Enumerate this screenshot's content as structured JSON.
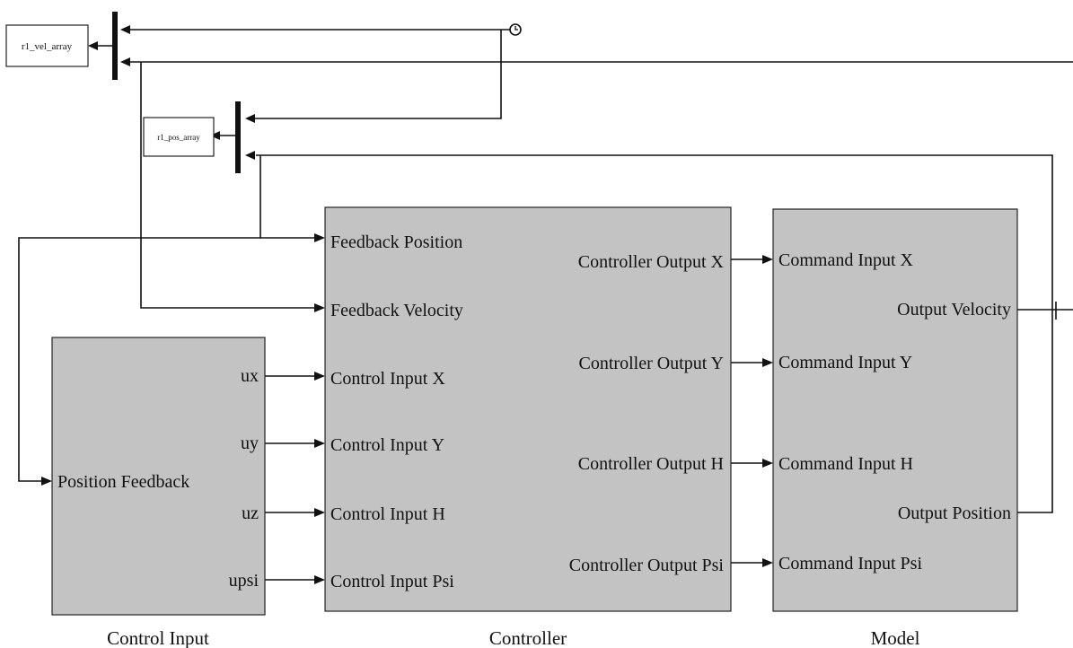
{
  "blocks": {
    "control_input": {
      "caption": "Control Input",
      "inputs": [
        "Position Feedback"
      ],
      "outputs": [
        "ux",
        "uy",
        "uz",
        "upsi"
      ]
    },
    "controller": {
      "caption": "Controller",
      "inputs": [
        "Feedback Position",
        "Feedback Velocity",
        "Control Input X",
        "Control Input Y",
        "Control Input H",
        "Control Input Psi"
      ],
      "outputs": [
        "Controller Output X",
        "Controller Output Y",
        "Controller Output H",
        "Controller Output Psi"
      ]
    },
    "model": {
      "caption": "Model",
      "inputs": [
        "Command Input X",
        "Command Input Y",
        "Command Input H",
        "Command Input Psi"
      ],
      "outputs": [
        "Output Velocity",
        "Output Position"
      ]
    }
  },
  "workspace": {
    "vel": "r1_vel_array",
    "pos": "r1_pos_array"
  },
  "icons": [
    "clock-icon",
    "mux-bar",
    "arrowhead"
  ]
}
